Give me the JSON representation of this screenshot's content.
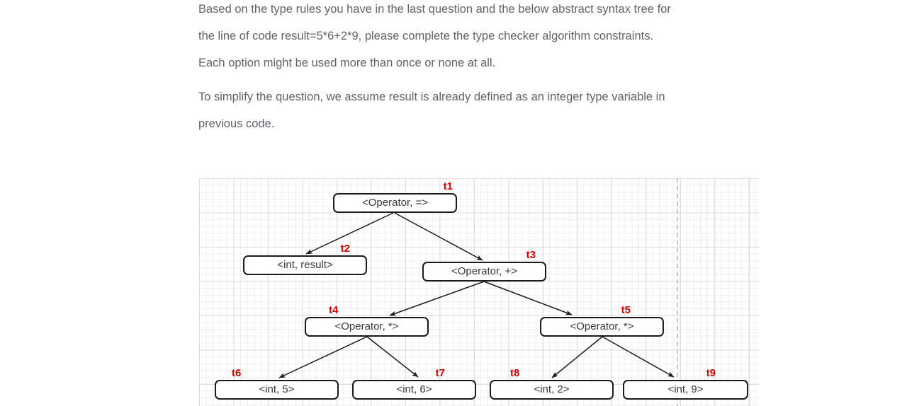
{
  "question": {
    "paragraph1_lines": [
      "Based on the type rules you have in the last question and the below abstract syntax tree for",
      "the line of code result=5*6+2*9, please complete the type checker algorithm constraints.",
      "Each option might be used more than once or none at all."
    ],
    "paragraph2_lines": [
      "To simplify the question, we assume result is already defined as an integer type variable in",
      "previous code."
    ]
  },
  "diagram": {
    "description": "abstract-syntax-tree",
    "nodes": [
      {
        "tag": "t1",
        "text": "<Operator, =>"
      },
      {
        "tag": "t2",
        "text": "<int, result>"
      },
      {
        "tag": "t3",
        "text": "<Operator, +>"
      },
      {
        "tag": "t4",
        "text": "<Operator, *>"
      },
      {
        "tag": "t5",
        "text": "<Operator, *>"
      },
      {
        "tag": "t6",
        "text": "<int, 5>"
      },
      {
        "tag": "t7",
        "text": "<int, 6>"
      },
      {
        "tag": "t8",
        "text": "<int, 2>"
      },
      {
        "tag": "t9",
        "text": "<int, 9>"
      }
    ],
    "edges": [
      [
        "t1",
        "t2"
      ],
      [
        "t1",
        "t3"
      ],
      [
        "t3",
        "t4"
      ],
      [
        "t3",
        "t5"
      ],
      [
        "t4",
        "t6"
      ],
      [
        "t4",
        "t7"
      ],
      [
        "t5",
        "t8"
      ],
      [
        "t5",
        "t9"
      ]
    ],
    "colors": {
      "tag_red": "#cc0000",
      "node_border": "#1a1a1a",
      "grid_minor": "#eeeeee",
      "grid_major": "#dcdcdc",
      "dashed_guide": "#b3b3b3",
      "question_text": "#5f6368"
    }
  }
}
